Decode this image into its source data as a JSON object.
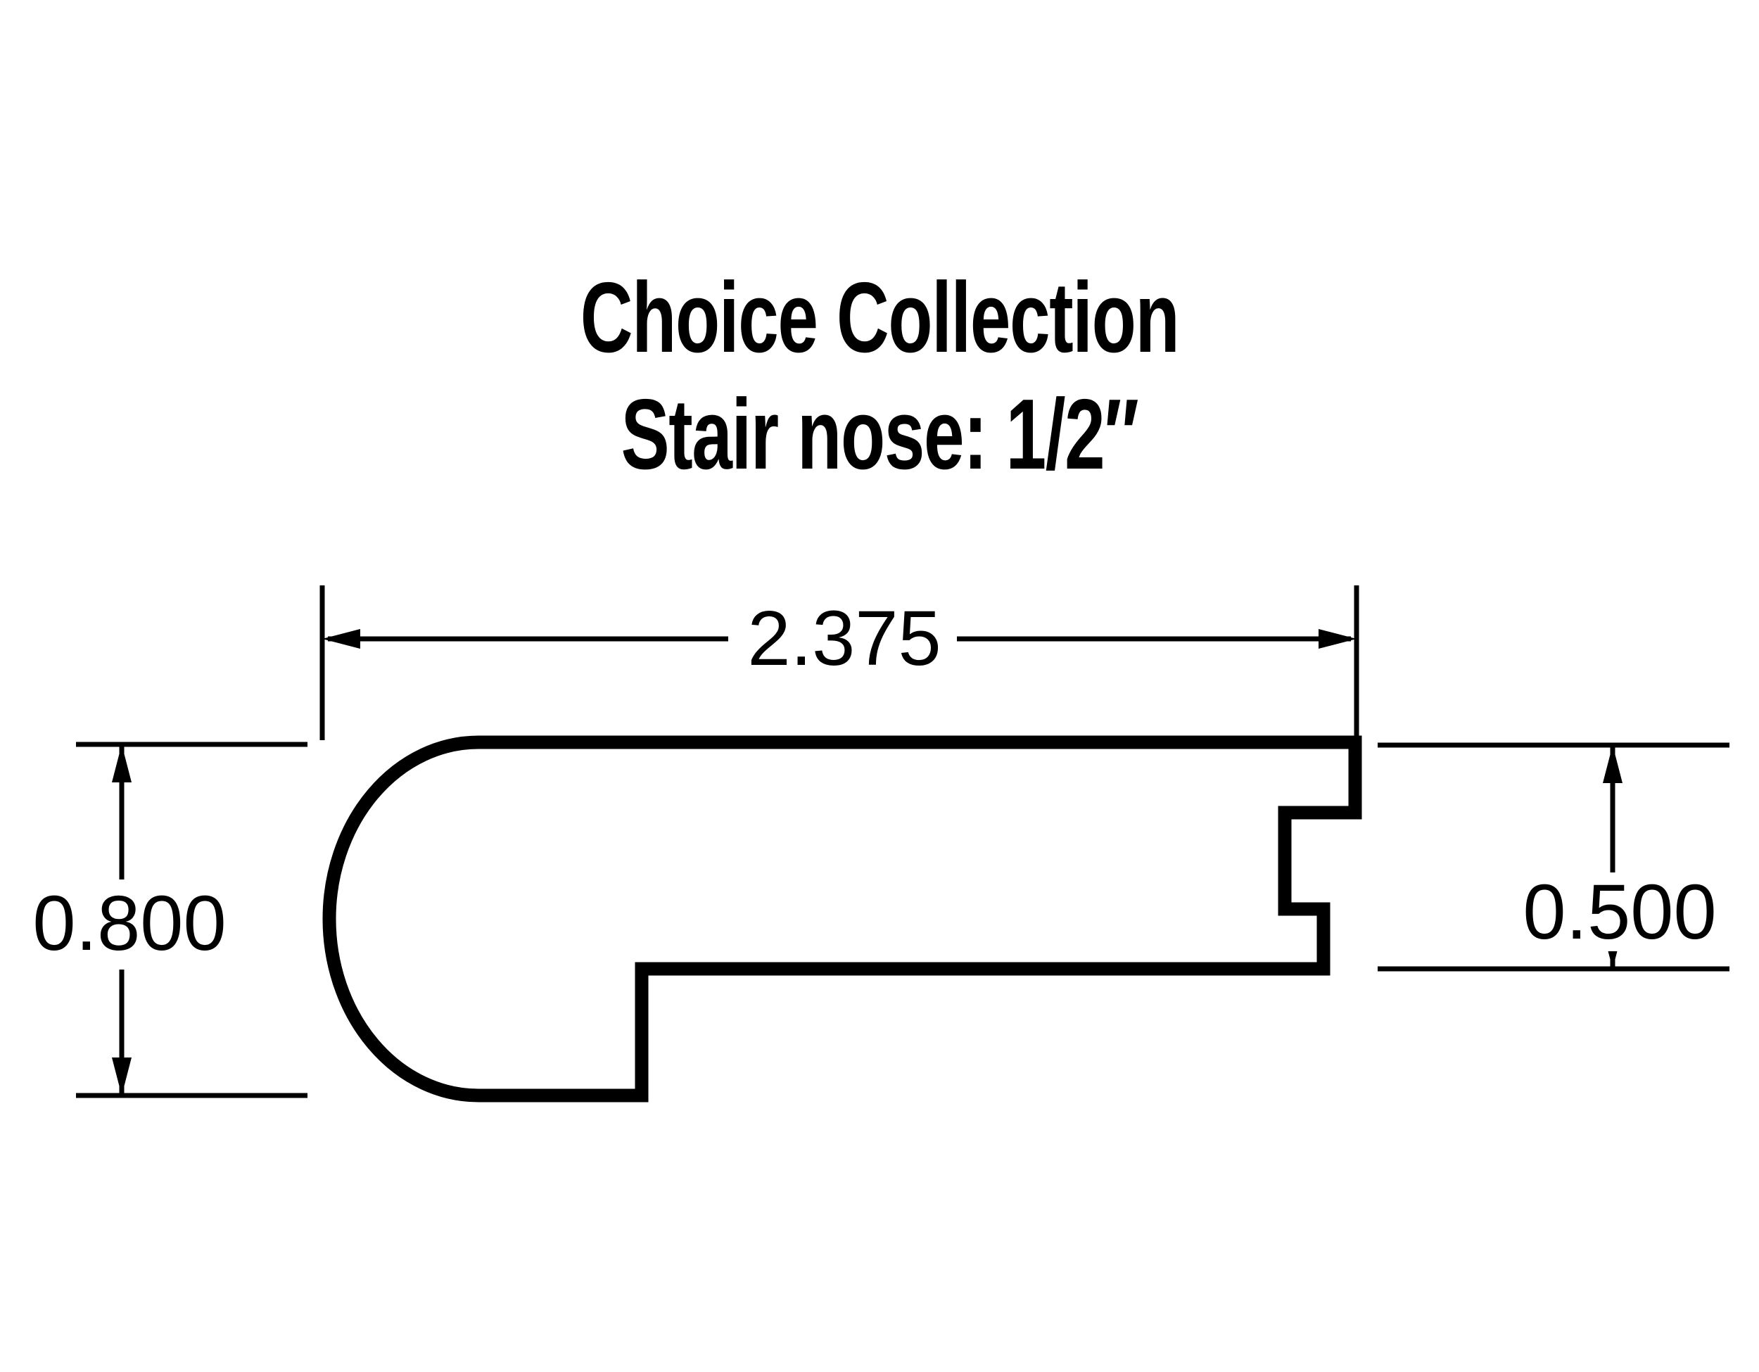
{
  "title": {
    "line1": "Choice Collection",
    "line2": "Stair nose: 1/2″"
  },
  "dimensions": {
    "width_in": "2.375",
    "overall_thickness_in": "0.800",
    "flooring_thickness_in": "0.500"
  },
  "colors": {
    "ink": "#000000",
    "background": "#ffffff"
  }
}
